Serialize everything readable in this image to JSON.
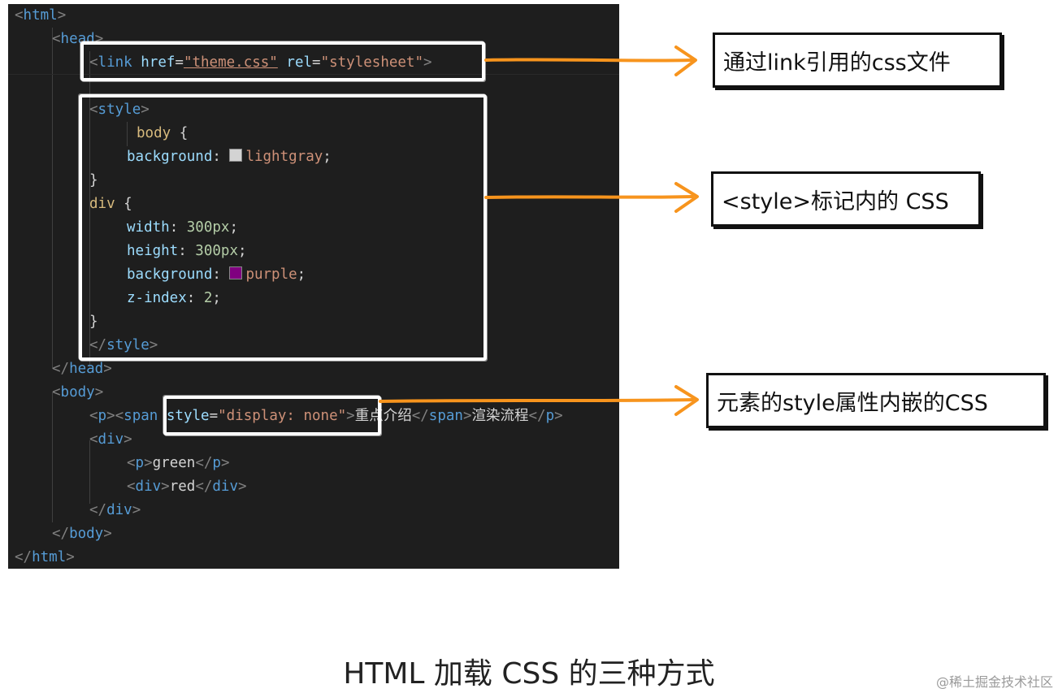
{
  "code": {
    "html_open": "html",
    "head_open": "head",
    "link_tag": "link",
    "href_attr": "href",
    "href_value": "\"theme.css\"",
    "rel_attr": "rel",
    "rel_value": "\"stylesheet\"",
    "style_open": "style",
    "body_selector": "body",
    "background_prop": "background",
    "lightgray_value": "lightgray",
    "div_selector": "div",
    "width_prop": "width",
    "width_value": "300px",
    "height_prop": "height",
    "height_value": "300px",
    "background_prop2": "background",
    "purple_value": "purple",
    "zindex_prop": "z-index",
    "zindex_value": "2",
    "style_close": "style",
    "head_close": "head",
    "body_open": "body",
    "p_tag": "p",
    "span_tag": "span",
    "style_attr": "style",
    "style_attr_value": "\"display: none\"",
    "span_text": "重点介绍",
    "p_text": "渲染流程",
    "div_tag": "div",
    "green_text": "green",
    "red_text": "red",
    "html_close": "html"
  },
  "colors": {
    "lightgray_swatch": "#d3d3d3",
    "purple_swatch": "#800080",
    "arrow": "#f7941d"
  },
  "labels": {
    "link_label": "通过link引用的css文件",
    "style_label": "<style>标记内的 CSS",
    "inline_label": "元素的style属性内嵌的CSS"
  },
  "caption": "HTML 加载 CSS 的三种方式",
  "watermark": "@稀土掘金技术社区"
}
